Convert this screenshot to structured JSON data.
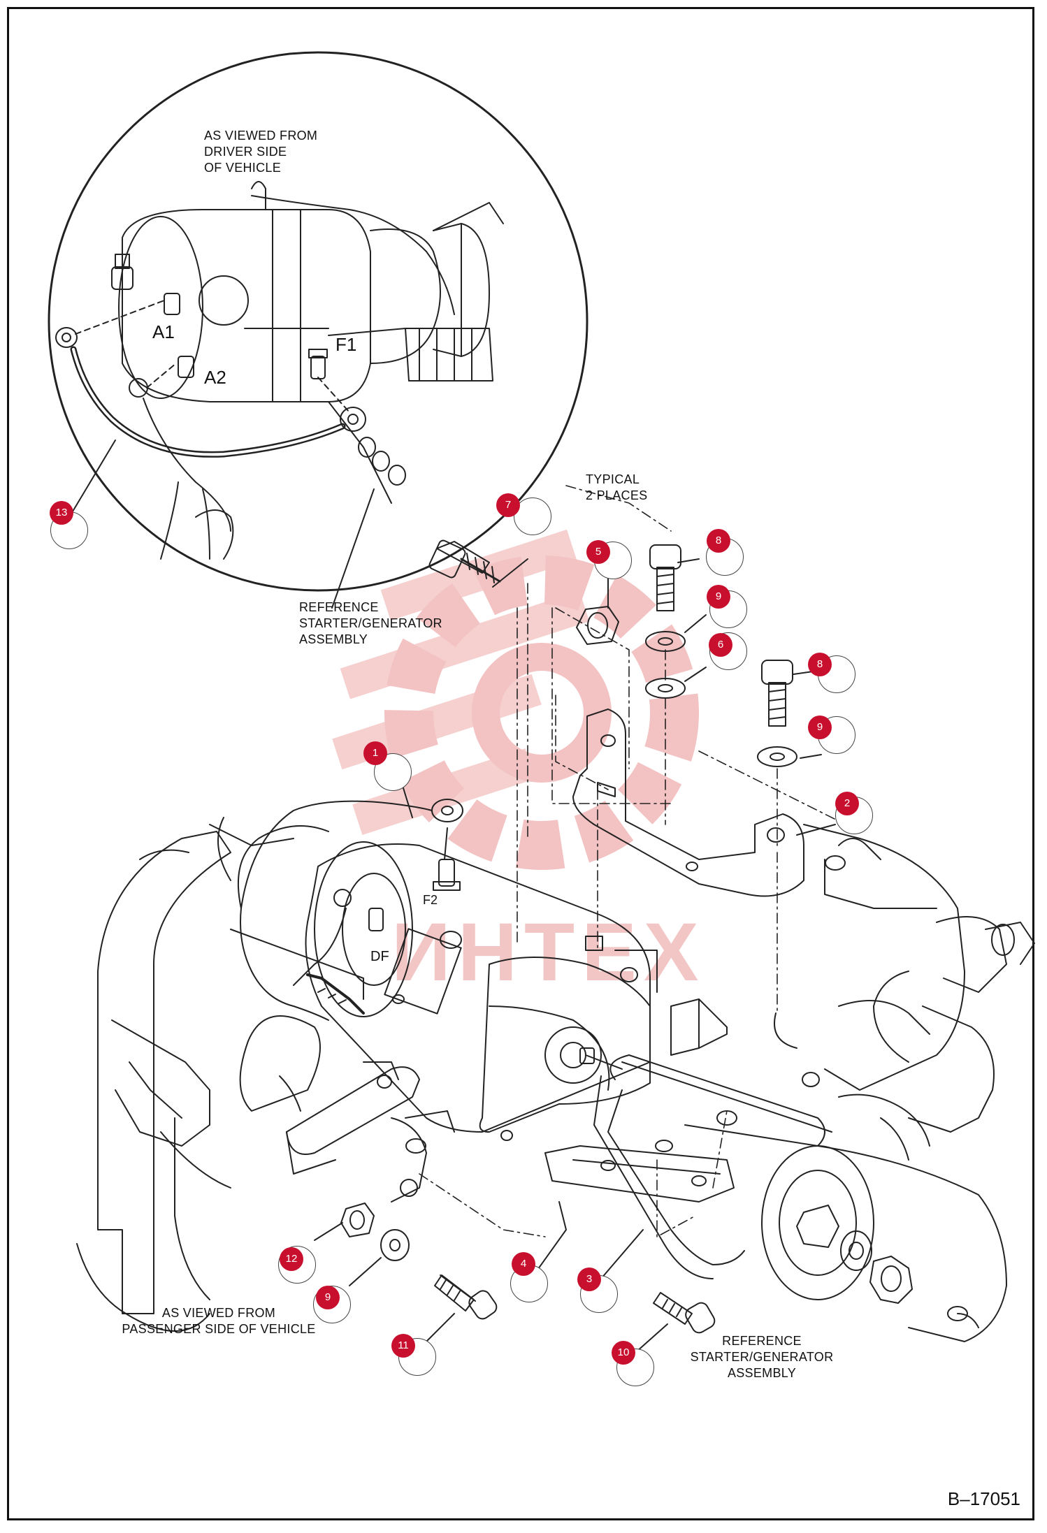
{
  "labels": {
    "driver_view": "AS VIEWED FROM\nDRIVER SIDE\nOF VEHICLE",
    "typical": "TYPICAL\n2 PLACES",
    "reference_top": "REFERENCE\nSTARTER/GENERATOR\nASSEMBLY",
    "passenger_view": "AS VIEWED FROM\nPASSENGER SIDE OF VEHICLE",
    "reference_bottom": "REFERENCE\nSTARTER/GENERATOR\nASSEMBLY"
  },
  "terminals": {
    "a1": "A1",
    "a2": "A2",
    "f1": "F1",
    "f2": "F2",
    "df": "DF"
  },
  "callouts": [
    "13",
    "7",
    "5",
    "8",
    "9",
    "6",
    "8",
    "9",
    "1",
    "2",
    "12",
    "9",
    "4",
    "3",
    "11",
    "10"
  ],
  "watermark": "ИНТЕХ",
  "doc_number": "B–17051",
  "colors": {
    "callout": "#c8102e",
    "watermark": "#f3c6c6",
    "line": "#222222"
  }
}
